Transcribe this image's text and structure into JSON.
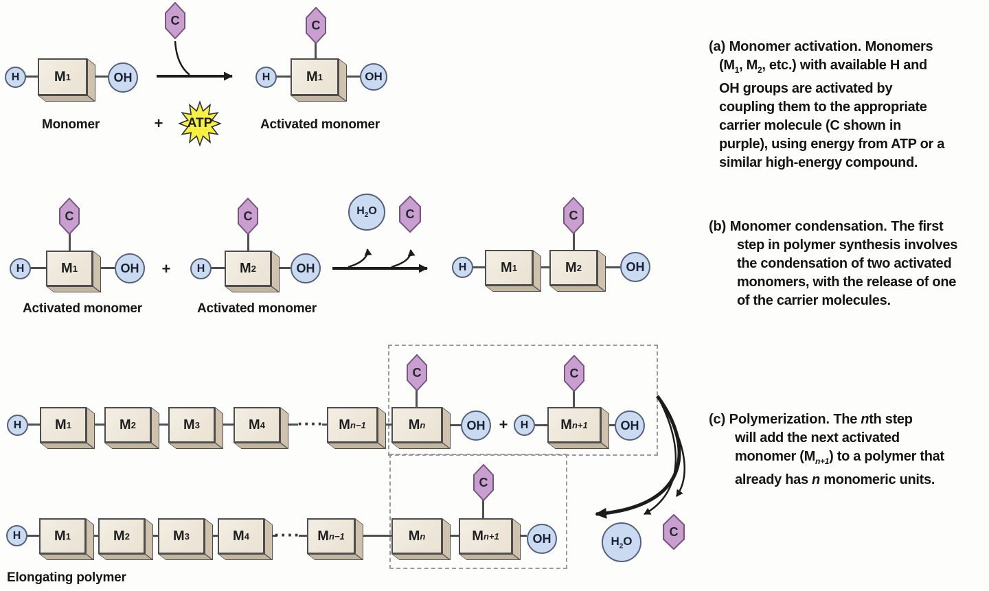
{
  "labels": {
    "h": "H",
    "oh": "OH",
    "c": "C",
    "o": "O",
    "water_sub": "2",
    "atp": "ATP",
    "plus": "+",
    "dots": "····",
    "m": "M",
    "sub_1": "1",
    "sub_2": "2",
    "sub_3": "3",
    "sub_4": "4",
    "sub_n": "n",
    "sub_n_plus_1": "n+1",
    "sub_n_minus_1": "n−1"
  },
  "section_labels": {
    "monomer": "Monomer",
    "activated_monomer": "Activated monomer",
    "elongating_polymer": "Elongating polymer"
  },
  "captions": {
    "a": {
      "segments": [
        {
          "t": "(a) Monomer activation. ",
          "s": "lead"
        },
        {
          "t": "Monomers",
          "s": "r"
        },
        {
          "t": "",
          "s": "br"
        },
        {
          "t": "(M",
          "s": "r"
        },
        {
          "t": "1",
          "s": "sub"
        },
        {
          "t": ", M",
          "s": "r"
        },
        {
          "t": "2",
          "s": "sub"
        },
        {
          "t": ", etc.) with available H and",
          "s": "r"
        },
        {
          "t": "",
          "s": "br"
        },
        {
          "t": "OH groups are activated by",
          "s": "r"
        },
        {
          "t": "",
          "s": "br"
        },
        {
          "t": "coupling them to the appropriate",
          "s": "r"
        },
        {
          "t": "",
          "s": "br"
        },
        {
          "t": "carrier molecule (C shown in",
          "s": "r"
        },
        {
          "t": "",
          "s": "br"
        },
        {
          "t": "purple), using energy from ATP or a",
          "s": "r"
        },
        {
          "t": "",
          "s": "br"
        },
        {
          "t": "similar high-energy compound.",
          "s": "r"
        }
      ]
    },
    "b": {
      "segments": [
        {
          "t": "(b) Monomer condensation. ",
          "s": "lead"
        },
        {
          "t": "The first",
          "s": "r"
        },
        {
          "t": "",
          "s": "br"
        },
        {
          "t": "step in polymer synthesis involves",
          "s": "r"
        },
        {
          "t": "",
          "s": "br"
        },
        {
          "t": "the condensation of two activated",
          "s": "r"
        },
        {
          "t": "",
          "s": "br"
        },
        {
          "t": "monomers, with the release of one",
          "s": "r"
        },
        {
          "t": "",
          "s": "br"
        },
        {
          "t": "of the carrier molecules.",
          "s": "r"
        }
      ]
    },
    "c": {
      "segments": [
        {
          "t": "(c) Polymerization. ",
          "s": "lead"
        },
        {
          "t": "The ",
          "s": "r"
        },
        {
          "t": "n",
          "s": "i"
        },
        {
          "t": "th step",
          "s": "r"
        },
        {
          "t": "",
          "s": "br"
        },
        {
          "t": "will add the next activated",
          "s": "r"
        },
        {
          "t": "",
          "s": "br"
        },
        {
          "t": "monomer (M",
          "s": "r"
        },
        {
          "t": "n+1",
          "s": "isub"
        },
        {
          "t": ") to a polymer that",
          "s": "r"
        },
        {
          "t": "",
          "s": "br"
        },
        {
          "t": "already has ",
          "s": "r"
        },
        {
          "t": "n",
          "s": "i"
        },
        {
          "t": " monomeric units.",
          "s": "r"
        }
      ]
    }
  },
  "colors": {
    "box_face": "#ece4d5",
    "box_side": "#cfc3ae",
    "circle_fill": "#c9daf1",
    "circle_border": "#55607a",
    "hex_fill": "#c89fce",
    "hex_border": "#77557f",
    "atp_fill": "#f5f042",
    "outline": "#4d4d4d",
    "dashed_border": "#9b9b9b",
    "arrow": "#1c1c1c",
    "text": "#141414"
  }
}
